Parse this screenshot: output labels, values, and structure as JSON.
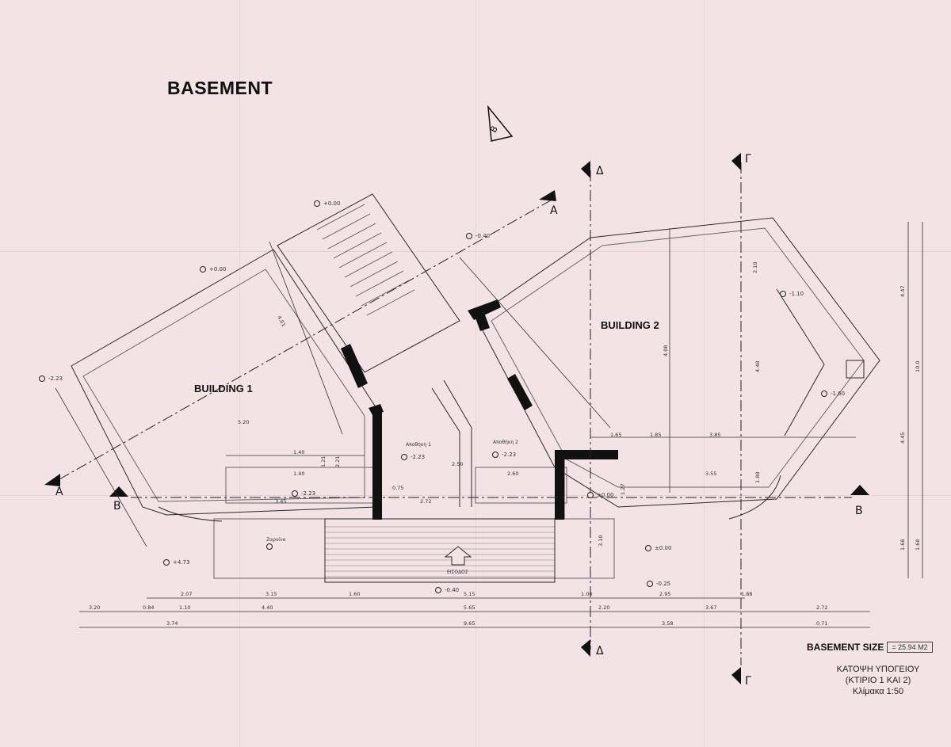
{
  "title": "BASEMENT",
  "buildings": {
    "building_1": "BUILDING 1",
    "building_2": "BUILDING 2"
  },
  "section_marks": {
    "a": "A",
    "b": "B",
    "gamma": "Γ",
    "delta": "Δ"
  },
  "basement_size": {
    "label": "BASEMENT SIZE",
    "value": "= 25.94 M2"
  },
  "caption": {
    "line1": "ΚΑΤΟΨΗ ΥΠΟΓΕΙΟΥ",
    "line2": "(ΚΤΙΡΙΟ 1 ΚΑΙ 2)",
    "line3": "Κλίμακα 1:50"
  },
  "dimensions": {
    "top_row": [
      "2.07",
      "3.15",
      "1.60",
      "5.15",
      "1.00",
      "2.95",
      "1.88"
    ],
    "middle_row": [
      "3.20",
      "0.84",
      "1.10",
      "4.40",
      "5.65",
      "2.20",
      "3.67",
      "2.72"
    ],
    "bottom_row": [
      "3.74",
      "9.65",
      "3.58",
      "0.71"
    ],
    "right_side": [
      "4.47",
      "4.45",
      "1.68",
      "1.68",
      "10.0"
    ],
    "inner": [
      "1.65",
      "1.85",
      "3.85",
      "1.40",
      "1.40",
      "1.21",
      "2.21",
      "3.55",
      "3.45",
      "0.75",
      "2.72",
      "2.60",
      "2.10",
      "4.08",
      "4.48",
      "1.88",
      "4.01",
      "1.27",
      "3.10",
      "2.50",
      "5.20"
    ]
  },
  "levels": [
    "+0.00",
    "-0.40",
    "+0.00",
    "-2.23",
    "-2.23",
    "-2.23",
    "-2.23",
    "±0.00",
    "±0.00",
    "-0.40",
    "+4.73",
    "-0.25",
    "-1.10",
    "-1.60"
  ],
  "room_labels": {
    "storage_1": "Αποθήκη 1",
    "storage_2": "Αποθήκη 2",
    "garden": "Ζαρνίνα"
  },
  "entrance_label": "ΕΙΣΟΔΟΣ"
}
